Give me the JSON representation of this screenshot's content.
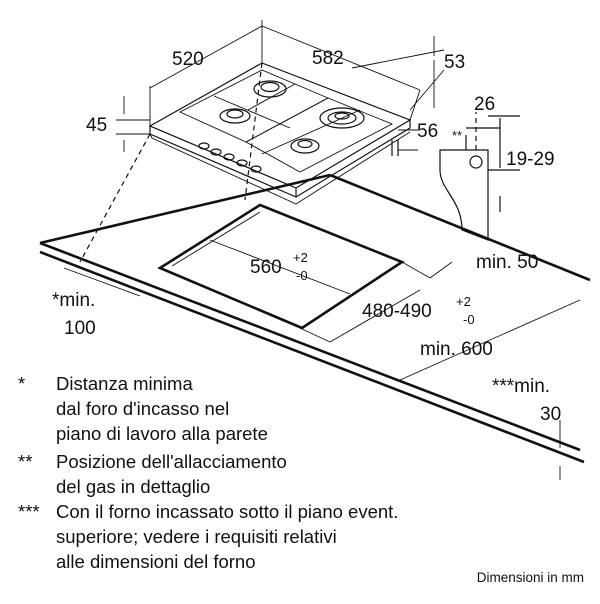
{
  "dimensions": {
    "depth_520": "520",
    "width_582": "582",
    "d_53": "53",
    "h_45": "45",
    "h_56": "56",
    "d_26": "26",
    "marker_gas": "**",
    "h_19_29": "19-29",
    "cut_560": "560",
    "cut_560_tol_plus": "+2",
    "cut_560_tol_minus": "-0",
    "cut_480": "480-490",
    "cut_480_tol_plus": "+2",
    "cut_480_tol_minus": "-0",
    "min_50": "min. 50",
    "min_100_line1": "*min.",
    "min_100_line2": "100",
    "min_600": "min. 600",
    "min_30_line1": "***min.",
    "min_30_line2": "30"
  },
  "notes": [
    {
      "marker": "*",
      "lines": [
        "Distanza minima",
        "dal foro d'incasso nel",
        "piano di lavoro alla parete"
      ]
    },
    {
      "marker": "**",
      "lines": [
        "Posizione dell'allacciamento",
        "del gas in dettaglio"
      ]
    },
    {
      "marker": "***",
      "lines": [
        "Con il forno incassato sotto il piano event.",
        "superiore; vedere i requisiti relativi",
        "alle dimensioni del forno"
      ]
    }
  ],
  "footer": "Dimensioni in mm"
}
